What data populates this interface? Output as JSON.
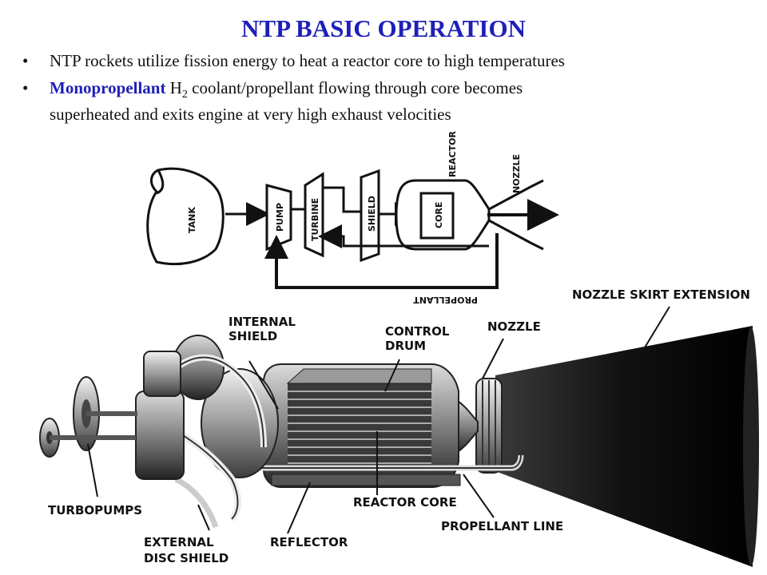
{
  "title": "NTP BASIC OPERATION",
  "bullets": [
    {
      "bullet": "•",
      "text": "NTP rockets utilize fission energy to heat a reactor core to high temperatures"
    },
    {
      "bullet": "•",
      "highlight": "Monopropellant",
      "text_before_sub": "H",
      "sub": "2",
      "text_after_sub": "coolant/propellant flowing through core becomes",
      "line2": "superheated and exits engine at very high exhaust velocities"
    }
  ],
  "schematic": {
    "tank": "TANK",
    "pump": "PUMP",
    "turbine": "TURBINE",
    "shield": "SHIELD",
    "core": "CORE",
    "reactor": "REACTOR",
    "nozzle": "NOZZLE",
    "propellant": "PROPELLANT"
  },
  "cutaway_labels": {
    "internal_shield_1": "INTERNAL",
    "internal_shield_2": "SHIELD",
    "control_drum_1": "CONTROL",
    "control_drum_2": "DRUM",
    "nozzle": "NOZZLE",
    "nozzle_skirt": "NOZZLE SKIRT EXTENSION",
    "turbopumps": "TURBOPUMPS",
    "reactor_core": "REACTOR CORE",
    "propellant_line": "PROPELLANT LINE",
    "external_disc_1": "EXTERNAL",
    "external_disc_2": "DISC SHIELD",
    "reflector": "REFLECTOR"
  },
  "colors": {
    "title": "#1f1fb8",
    "highlight": "#1f1fb8",
    "text": "#111111"
  }
}
